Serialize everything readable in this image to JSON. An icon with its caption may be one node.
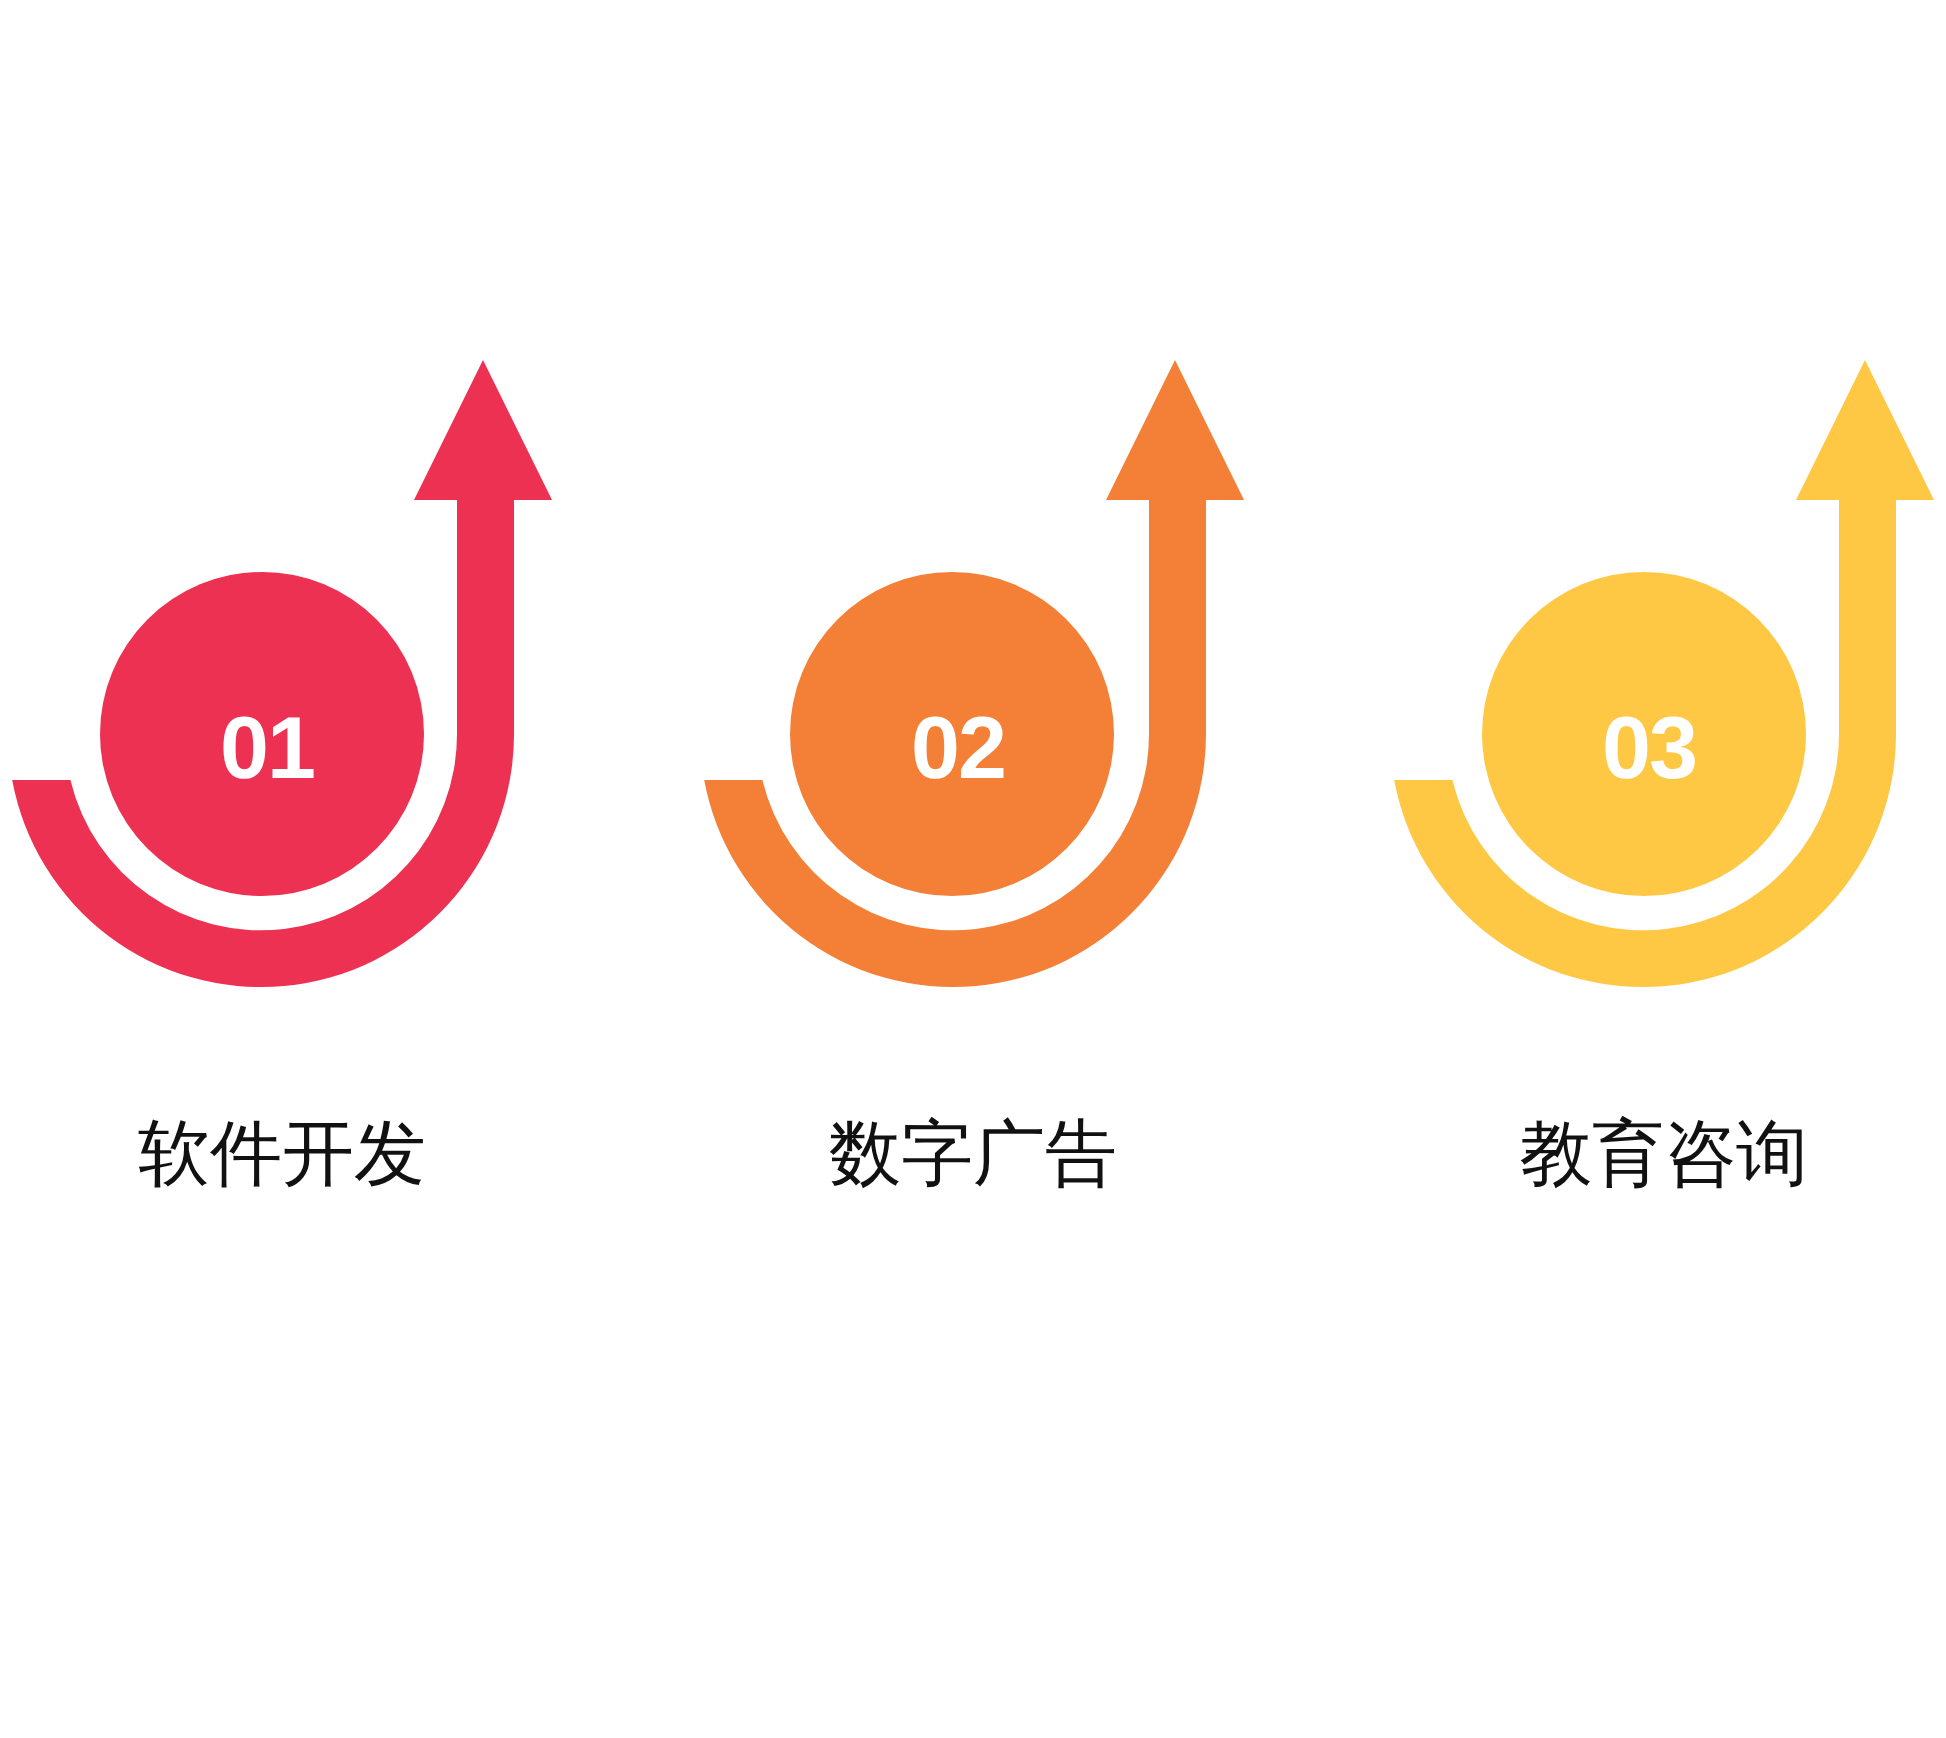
{
  "diagram": {
    "nodes": [
      {
        "text": [
          "01"
        ],
        "beside": [
          "软件开发"
        ]
      },
      {
        "text": [
          "02"
        ],
        "beside": [
          "数字广告"
        ]
      },
      {
        "text": [
          "03"
        ],
        "beside": [
          "教育咨询"
        ]
      }
    ]
  }
}
